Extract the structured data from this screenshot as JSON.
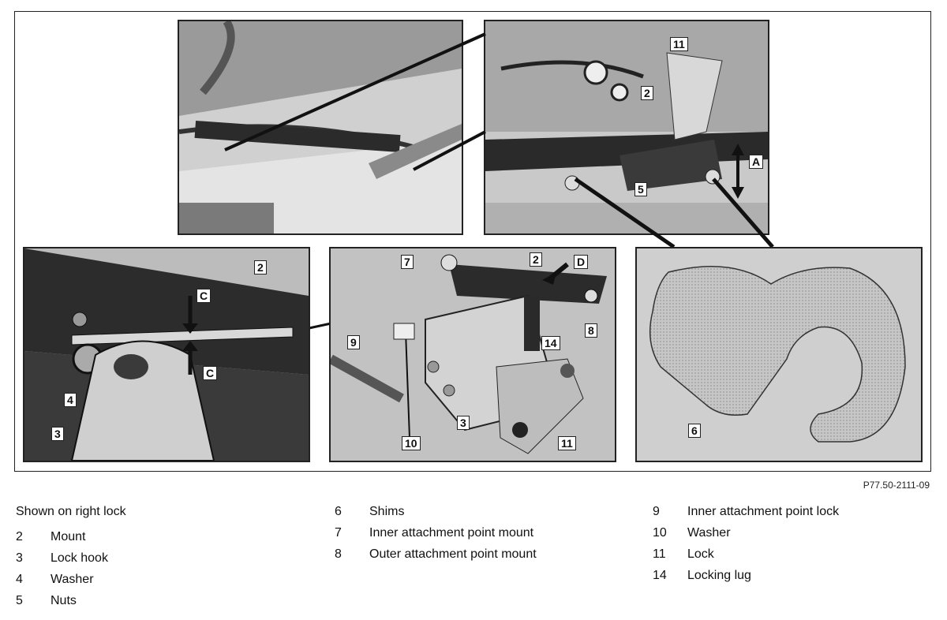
{
  "figure": {
    "code": "P77.50-2111-09",
    "callouts": {
      "p2_11": "11",
      "p2_2": "2",
      "p2_5": "5",
      "p2_A": "A",
      "p3_2": "2",
      "p3_C_top": "C",
      "p3_C_bot": "C",
      "p3_4": "4",
      "p3_3": "3",
      "p4_7": "7",
      "p4_2": "2",
      "p4_D": "D",
      "p4_8": "8",
      "p4_9": "9",
      "p4_14": "14",
      "p4_3": "3",
      "p4_10": "10",
      "p4_11": "11",
      "p5_6": "6"
    },
    "colors": {
      "panel_bg": "#c8c8c8",
      "dark": "#2a2a2a",
      "metal": "#a9a9a9",
      "shim": "#bdbdbd"
    }
  },
  "legend": {
    "heading": "Shown on right lock",
    "col1": [
      {
        "num": "2",
        "text": "Mount"
      },
      {
        "num": "3",
        "text": "Lock hook"
      },
      {
        "num": "4",
        "text": "Washer"
      },
      {
        "num": "5",
        "text": "Nuts"
      }
    ],
    "col2": [
      {
        "num": "6",
        "text": "Shims"
      },
      {
        "num": "7",
        "text": "Inner attachment point mount"
      },
      {
        "num": "8",
        "text": "Outer attachment point mount"
      }
    ],
    "col3": [
      {
        "num": "9",
        "text": "Inner attachment point lock"
      },
      {
        "num": "10",
        "text": "Washer"
      },
      {
        "num": "11",
        "text": "Lock"
      },
      {
        "num": "14",
        "text": "Locking lug"
      }
    ]
  }
}
